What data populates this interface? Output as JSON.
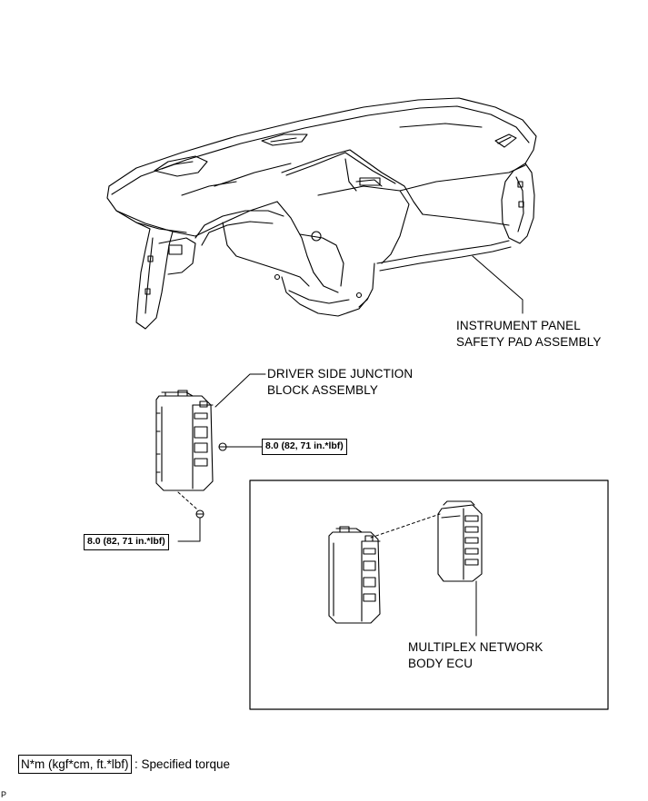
{
  "labels": {
    "instrument_panel": [
      "INSTRUMENT PANEL",
      "SAFETY PAD ASSEMBLY"
    ],
    "junction_block": [
      "DRIVER SIDE JUNCTION",
      "BLOCK ASSEMBLY"
    ],
    "multiplex_ecu": [
      "MULTIPLEX NETWORK",
      "BODY ECU"
    ]
  },
  "torque_specs": {
    "upper": "8.0 (82, 71 in.*lbf)",
    "lower": "8.0 (82, 71 in.*lbf)"
  },
  "legend": {
    "unit": "N*m (kgf*cm, ft.*lbf)",
    "description": ": Specified torque"
  },
  "corner_mark": "P"
}
